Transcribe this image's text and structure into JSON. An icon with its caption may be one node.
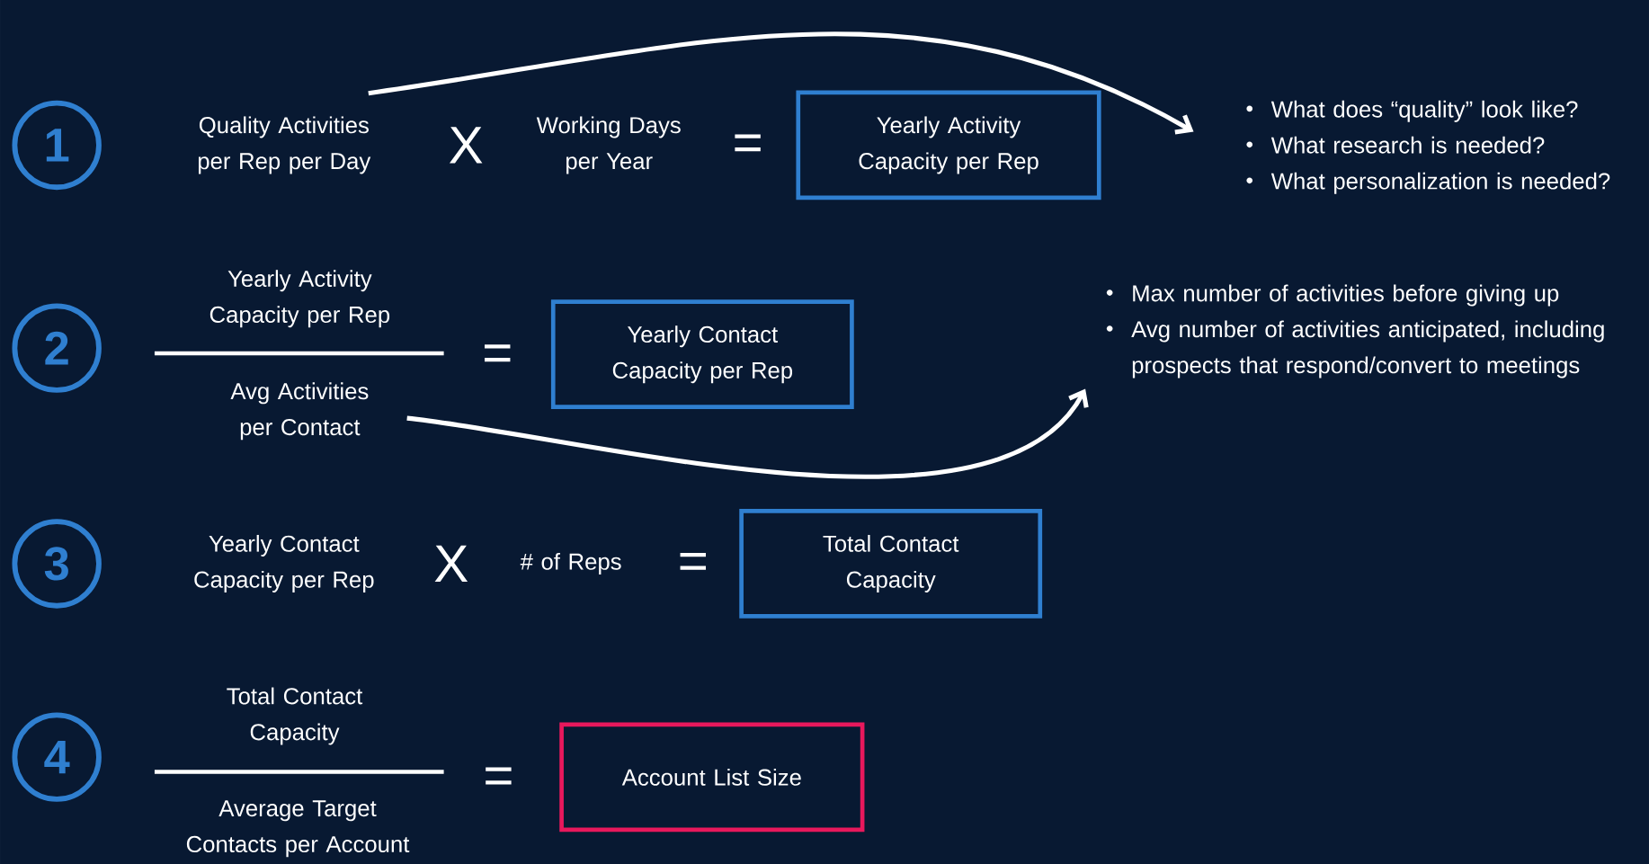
{
  "diagram": {
    "nodes": [
      {
        "text": [
          "1"
        ]
      },
      {
        "text": [
          "Quality Activities per Rep per Day"
        ]
      },
      {
        "text": [
          "Working Days per Year"
        ]
      },
      {
        "text": [
          "Yearly Activity Capacity per Rep"
        ]
      },
      {
        "text": [
          "What does “quality” look like?",
          "What research is needed?",
          "What personalization is needed?"
        ]
      },
      {
        "text": [
          "2"
        ]
      },
      {
        "text": [
          "Yearly Activity Capacity per Rep"
        ]
      },
      {
        "text": [
          "Avg Activities per Contact"
        ]
      },
      {
        "text": [
          "Yearly Contact Capacity per Rep"
        ]
      },
      {
        "text": [
          "Max number of activities before giving up",
          "Avg number of activities anticipated, including prospects that respond/convert to meetings"
        ]
      },
      {
        "text": [
          "3"
        ]
      },
      {
        "text": [
          "Yearly Contact Capacity per Rep"
        ]
      },
      {
        "text": [
          "# of Reps"
        ]
      },
      {
        "text": [
          "Total Contact Capacity"
        ]
      },
      {
        "text": [
          "4"
        ]
      },
      {
        "text": [
          "Total Contact Capacity"
        ]
      },
      {
        "text": [
          "Average Target Contacts per Account"
        ]
      },
      {
        "text": [
          "Account List Size"
        ]
      }
    ],
    "edges": [
      {
        "from": 1,
        "to": 4,
        "arrow": "to"
      },
      {
        "from": 7,
        "to": 9,
        "arrow": "to"
      }
    ],
    "labels": [
      "X",
      "=",
      "=",
      "X",
      "=",
      "="
    ]
  }
}
